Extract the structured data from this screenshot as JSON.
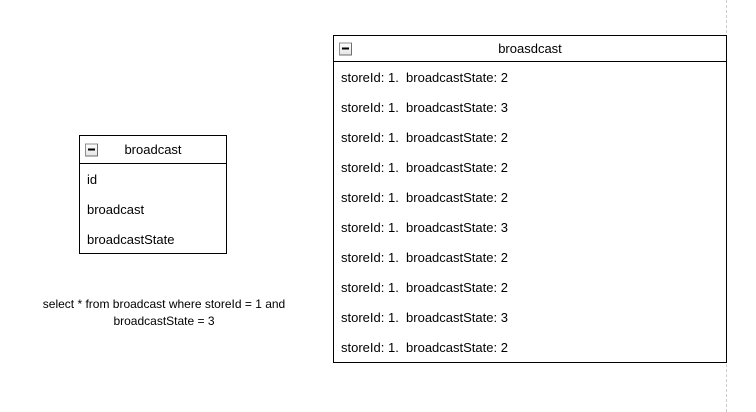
{
  "left_entity": {
    "title": "broadcast",
    "fields": [
      "id",
      "broadcast",
      "broadcastState"
    ]
  },
  "right_entity": {
    "title": "broasdcast",
    "rows": [
      "storeId: 1.  broadcastState: 2",
      "storeId: 1.  broadcastState: 3",
      "storeId: 1.  broadcastState: 2",
      "storeId: 1.  broadcastState: 2",
      "storeId: 1.  broadcastState: 2",
      "storeId: 1.  broadcastState: 3",
      "storeId: 1.  broadcastState: 2",
      "storeId: 1.  broadcastState: 2",
      "storeId: 1.  broadcastState: 3",
      "storeId: 1.  broadcastState: 2"
    ]
  },
  "query_label": {
    "line1": "select * from broadcast where storeId = 1 and",
    "line2": "broadcastState = 3"
  },
  "colors": {
    "background": "#ffffff",
    "border": "#000000",
    "text": "#000000",
    "page_guide": "#cccccc",
    "icon_border": "#8f8f8f",
    "icon_fill": "#f2f2f2"
  }
}
